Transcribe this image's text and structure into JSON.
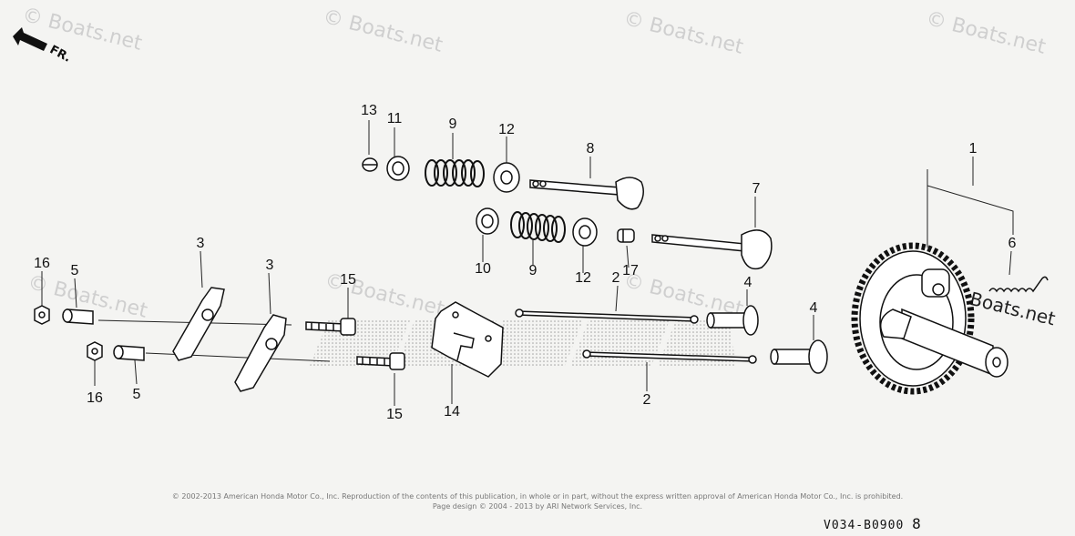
{
  "watermark": "© Boats.net",
  "watermark_partial": "Boats.net",
  "direction_label": "FR.",
  "callouts": [
    "1",
    "2",
    "2",
    "3",
    "3",
    "4",
    "4",
    "5",
    "5",
    "6",
    "7",
    "8",
    "9",
    "9",
    "10",
    "11",
    "12",
    "12",
    "13",
    "14",
    "15",
    "15",
    "16",
    "16",
    "17"
  ],
  "copyright_line1": "© 2002-2013 American Honda Motor Co., Inc. Reproduction of the contents of this publication, in whole or in part, without the express written approval of American Honda Motor Co., Inc. is prohibited.",
  "copyright_line2": "Page design © 2004 - 2013 by ARI Network Services, Inc.",
  "diagram_code": "V034-B0900",
  "diagram_code_suffix": "8"
}
